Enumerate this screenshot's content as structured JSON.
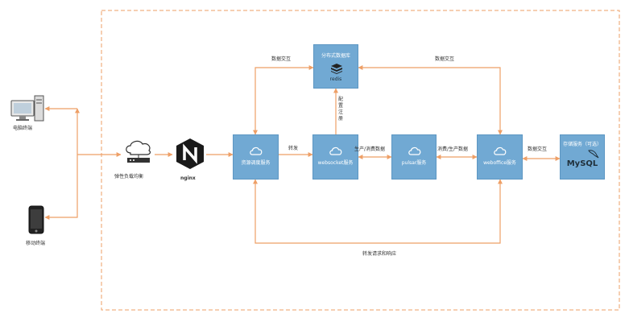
{
  "colors": {
    "arrow": "#ee9f66",
    "border_dash": "#ee9f66",
    "box_fill": "#71a9d3",
    "box_border": "#5d97c3",
    "label_text": "#333333"
  },
  "clients": {
    "pc": "电脑终端",
    "mobile": "移动终端"
  },
  "nodes": {
    "lb": "弹性负载均衡",
    "nginx": "nginx",
    "resource": "资源调度服务",
    "websocket": "websocket服务",
    "pulsar": "pulsar服务",
    "weboffice": "weboffice服务",
    "redis_title": "分布式数据库",
    "redis_name": "redis",
    "storage_title": "存储服务（可选）",
    "storage_name": "MySQL"
  },
  "edges": {
    "data_exchange_left": "数据交互",
    "data_exchange_right": "数据交互",
    "config_register": "配置注册",
    "forward": "转发",
    "produce_consume": "生产/消费数据",
    "consume_produce": "消费/生产数据",
    "data_exchange_storage": "数据交互",
    "forward_request": "转发请求和响应"
  },
  "icons": {
    "pc": "desktop-computer-icon",
    "mobile": "smartphone-icon",
    "lb": "cloud-network-icon",
    "nginx": "nginx-logo-icon",
    "service": "cloud-icon",
    "redis": "redis-stack-icon",
    "mysql": "mysql-dolphin-icon"
  }
}
